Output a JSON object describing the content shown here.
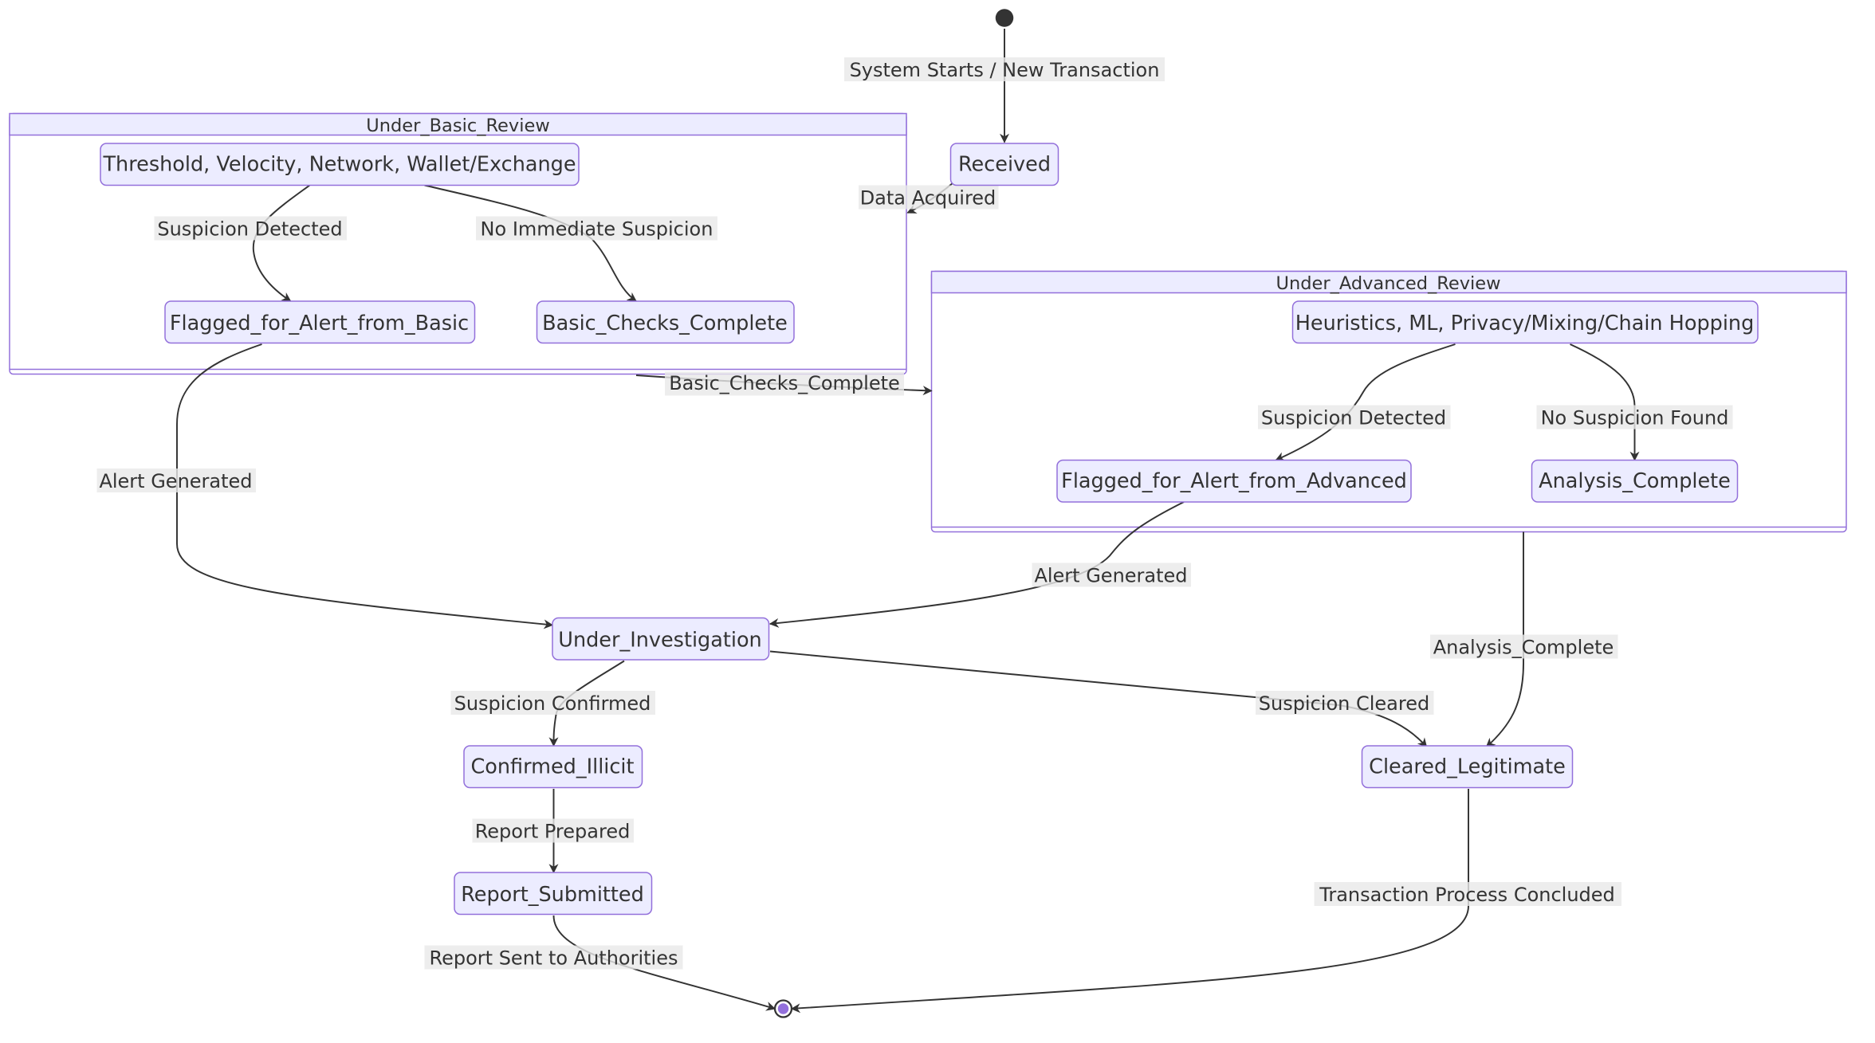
{
  "colors": {
    "node_fill": "#ECECFF",
    "node_border": "#9370DB",
    "text": "#333333",
    "edge": "#333333",
    "label_bg": "#e8e8e8",
    "start_dot": "#333333",
    "end_inner": "#9370DB"
  },
  "clusters": {
    "basic": {
      "title": "Under_Basic_Review"
    },
    "advanced": {
      "title": "Under_Advanced_Review"
    }
  },
  "nodes": {
    "received": "Received",
    "basic_checks_group": "Threshold, Velocity, Network, Wallet/Exchange",
    "flagged_basic": "Flagged_for_Alert_from_Basic",
    "basic_complete": "Basic_Checks_Complete",
    "advanced_checks_group": "Heuristics, ML, Privacy/Mixing/Chain Hopping",
    "flagged_advanced": "Flagged_for_Alert_from_Advanced",
    "analysis_complete": "Analysis_Complete",
    "under_investigation": "Under_Investigation",
    "confirmed_illicit": "Confirmed_Illicit",
    "cleared_legitimate": "Cleared_Legitimate",
    "report_submitted": "Report_Submitted"
  },
  "edges": {
    "start_to_received": "System Starts / New Transaction",
    "received_to_basic": "Data Acquired",
    "basic_suspicion": "Suspicion Detected",
    "basic_no_suspicion": "No Immediate Suspicion",
    "basic_to_advanced": "Basic_Checks_Complete",
    "basic_alert": "Alert Generated",
    "advanced_suspicion": "Suspicion Detected",
    "advanced_no_suspicion": "No Suspicion Found",
    "advanced_alert": "Alert Generated",
    "advanced_to_cleared": "Analysis_Complete",
    "suspicion_confirmed": "Suspicion Confirmed",
    "suspicion_cleared": "Suspicion Cleared",
    "report_prepared": "Report Prepared",
    "report_sent": "Report Sent to Authorities",
    "process_concluded": "Transaction Process Concluded"
  }
}
